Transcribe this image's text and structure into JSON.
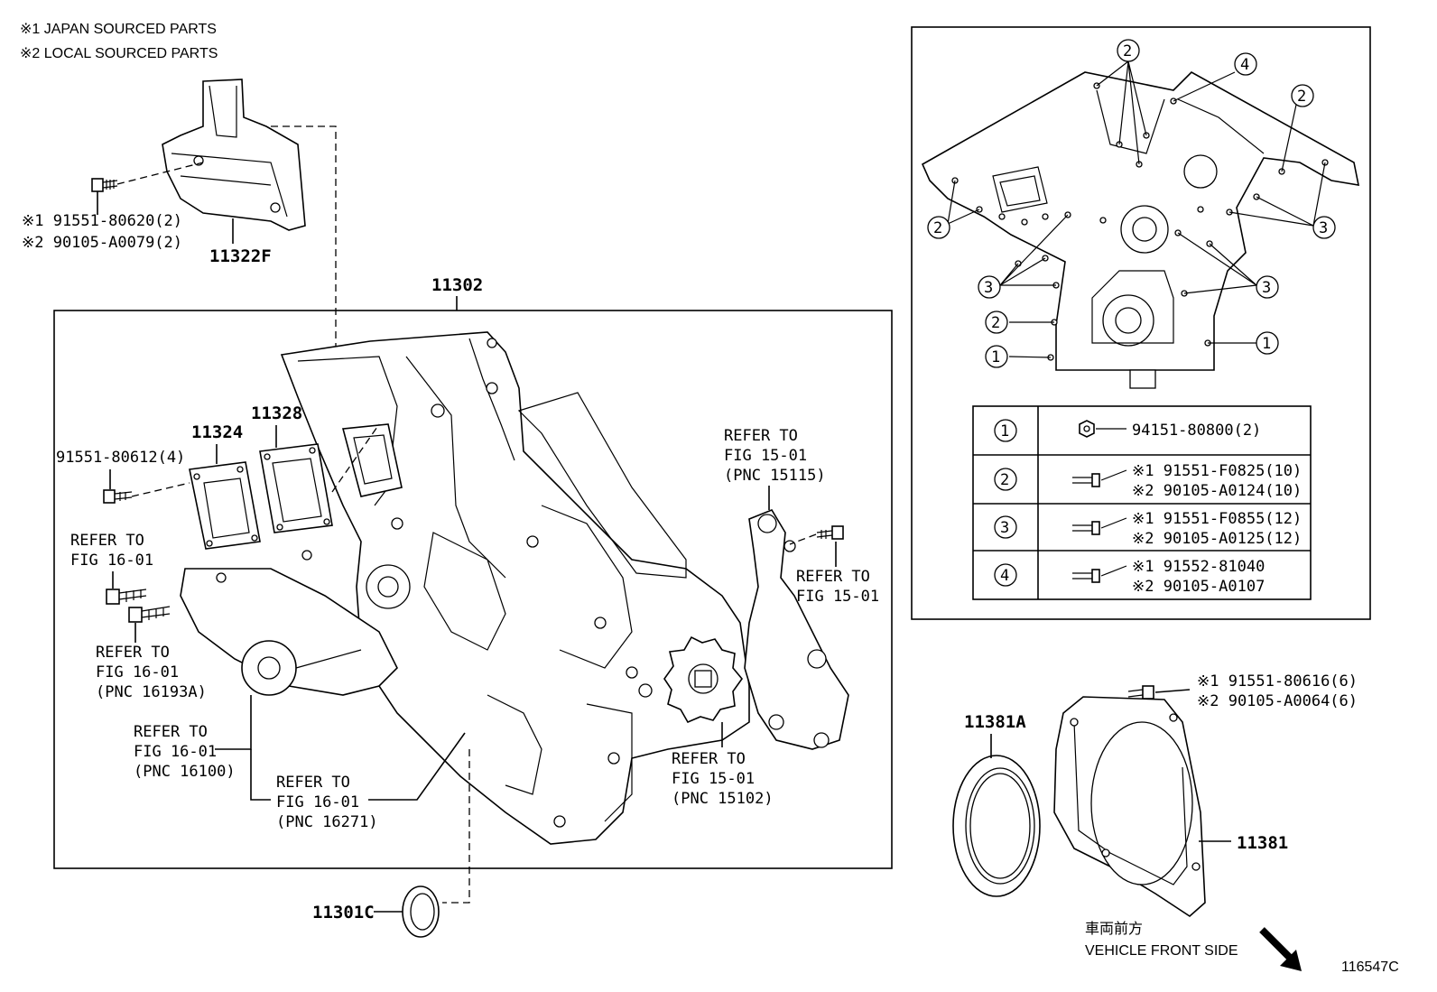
{
  "notes": {
    "japan": "※1 JAPAN SOURCED PARTS",
    "local": "※2 LOCAL SOURCED PARTS"
  },
  "bracket": {
    "bolt1": "※1 91551-80620(2)",
    "bolt2": "※2 90105-A0079(2)",
    "part": "11322F"
  },
  "main": {
    "assembly": "11302",
    "gasket1": "11324",
    "gasket2": "11328",
    "bolt_gasket": "91551-80612(4)",
    "refer_a": [
      "REFER TO",
      "FIG 16-01"
    ],
    "refer_b": [
      "REFER TO",
      "FIG 16-01",
      "(PNC 16193A)"
    ],
    "refer_c": [
      "REFER TO",
      "FIG 16-01",
      "(PNC 16100)"
    ],
    "refer_d": [
      "REFER TO",
      "FIG 16-01",
      "(PNC 16271)"
    ],
    "refer_e": [
      "REFER TO",
      "FIG 15-01",
      "(PNC 15115)"
    ],
    "refer_f": [
      "REFER TO",
      "FIG 15-01"
    ],
    "refer_g": [
      "REFER TO",
      "FIG 15-01",
      "(PNC 15102)"
    ],
    "seal_small": "11301C"
  },
  "inset": {
    "callouts": [
      "1",
      "2",
      "3",
      "4"
    ],
    "table": [
      {
        "num": "1",
        "line1": "94151-80800(2)",
        "line2": ""
      },
      {
        "num": "2",
        "line1": "※1 91551-F0825(10)",
        "line2": "※2 90105-A0124(10)"
      },
      {
        "num": "3",
        "line1": "※1 91551-F0855(12)",
        "line2": "※2 90105-A0125(12)"
      },
      {
        "num": "4",
        "line1": "※1 91552-81040",
        "line2": "※2 90105-A0107"
      }
    ]
  },
  "rear": {
    "bolt1": "※1 91551-80616(6)",
    "bolt2": "※2 90105-A0064(6)",
    "seal": "11381A",
    "retainer": "11381",
    "front_jp": "車両前方",
    "front_en": "VEHICLE FRONT SIDE",
    "diagram_id": "116547C"
  }
}
